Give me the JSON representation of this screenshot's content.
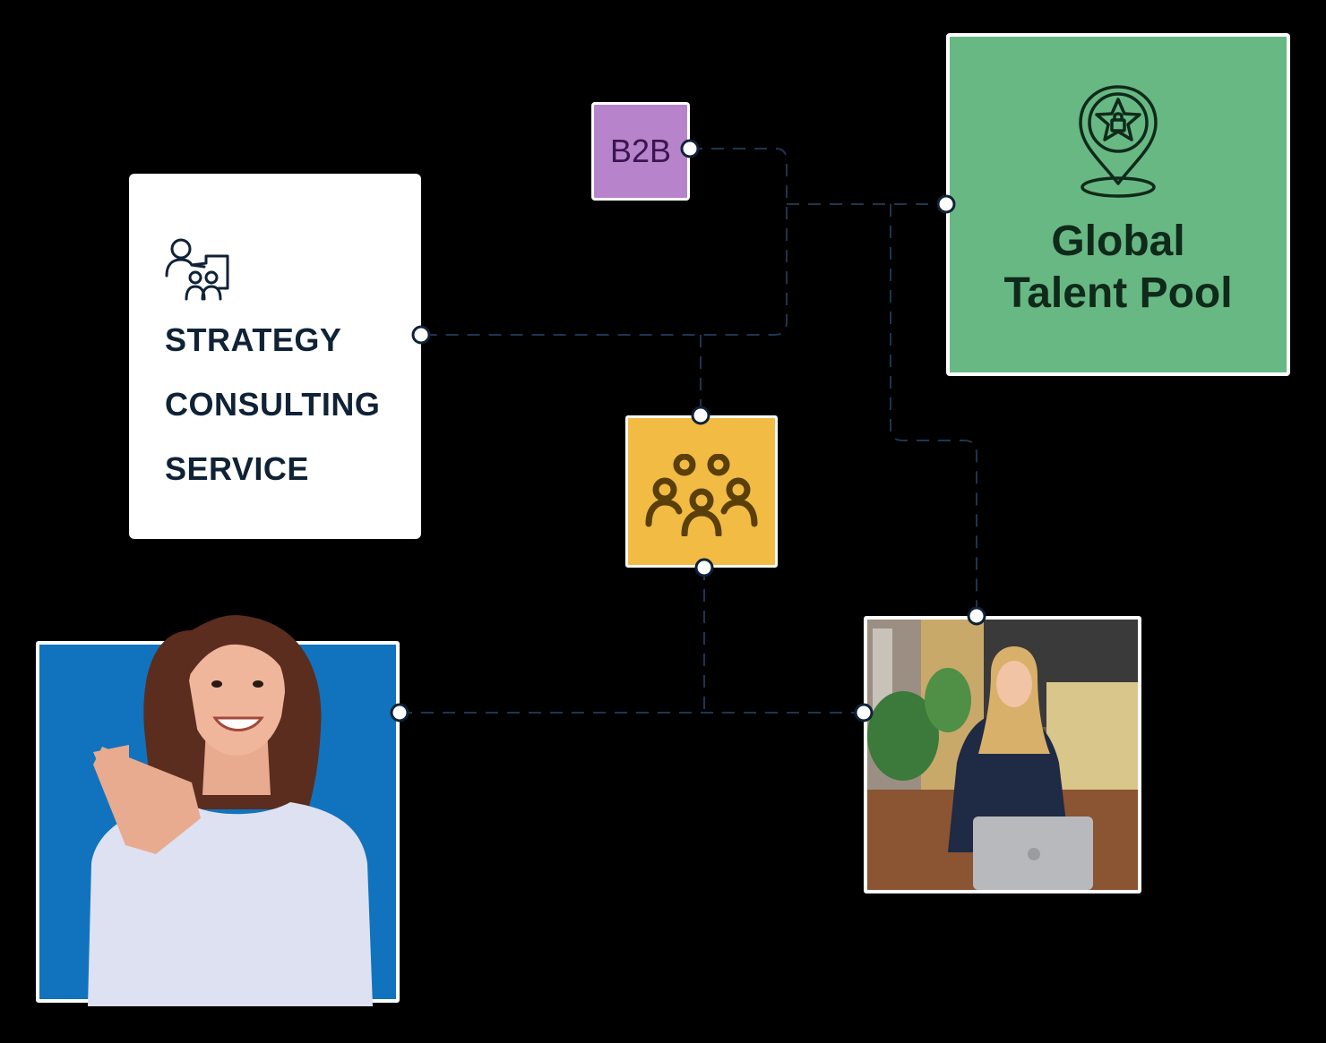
{
  "colors": {
    "background": "#000000",
    "strategy_bg": "#ffffff",
    "strategy_text": "#0f2236",
    "b2b_bg": "#b784cc",
    "b2b_text": "#3b1450",
    "talent_bg": "#68b884",
    "talent_text": "#0f2a1a",
    "team_bg": "#f2bb44",
    "team_icon": "#5a3f0a",
    "woman_bg": "#1173bd",
    "connector": "#1e3550",
    "node_fill": "#ffffff",
    "node_stroke": "#0f2236"
  },
  "strategy": {
    "icon": "presenter-icon",
    "lines": [
      "STRATEGY",
      "CONSULTING",
      "SERVICE"
    ]
  },
  "b2b": {
    "label": "B2B"
  },
  "talent": {
    "icon": "location-star-pin-icon",
    "lines": [
      "Global",
      "Talent Pool"
    ]
  },
  "team": {
    "icon": "group-people-icon"
  },
  "woman": {
    "icon": "smiling-woman-pointing-illustration"
  },
  "photo": {
    "icon": "woman-on-phone-with-laptop-illustration"
  }
}
